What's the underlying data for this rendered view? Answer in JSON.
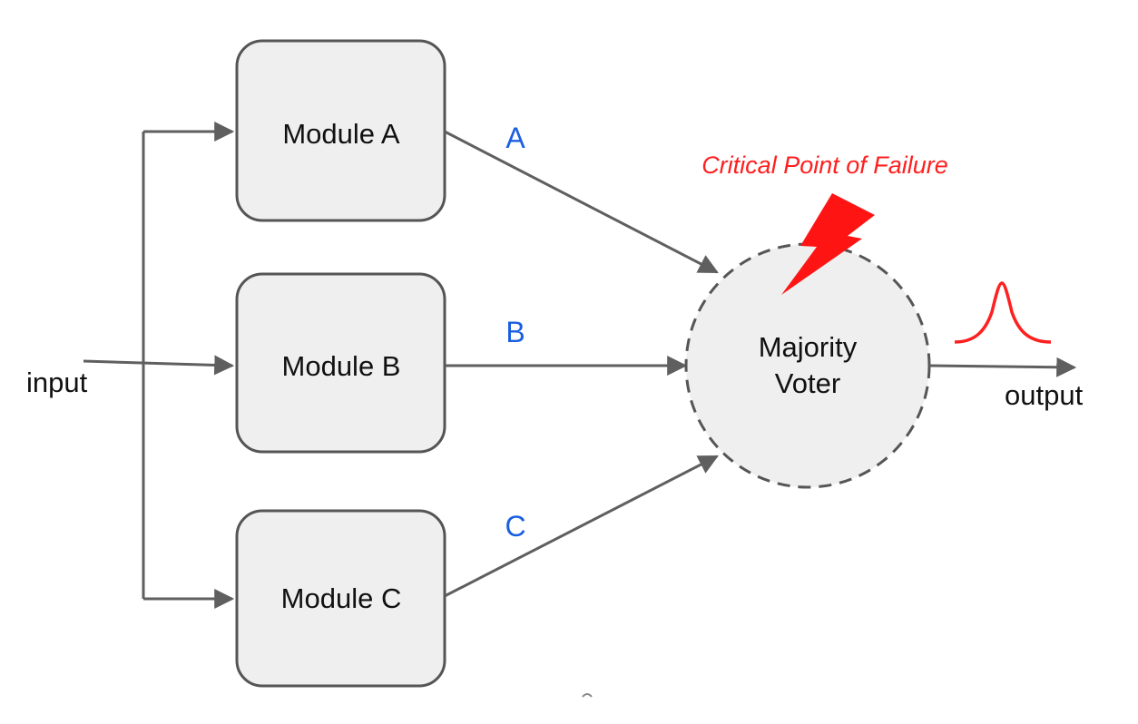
{
  "inputs": {
    "input_label": "input",
    "output_label": "output"
  },
  "modules": [
    {
      "name": "Module A",
      "signal": "A"
    },
    {
      "name": "Module B",
      "signal": "B"
    },
    {
      "name": "Module C",
      "signal": "C"
    }
  ],
  "voter": {
    "line1": "Majority",
    "line2": "Voter"
  },
  "warning": {
    "text": "Critical Point of Failure"
  },
  "colors": {
    "signal_label": "#1a5fe0",
    "warning": "#ff1f1f",
    "box_fill": "#efefef",
    "stroke": "#555555"
  },
  "icons": {
    "failure": "lightning-bolt-icon",
    "output_signal": "bell-curve-icon"
  }
}
